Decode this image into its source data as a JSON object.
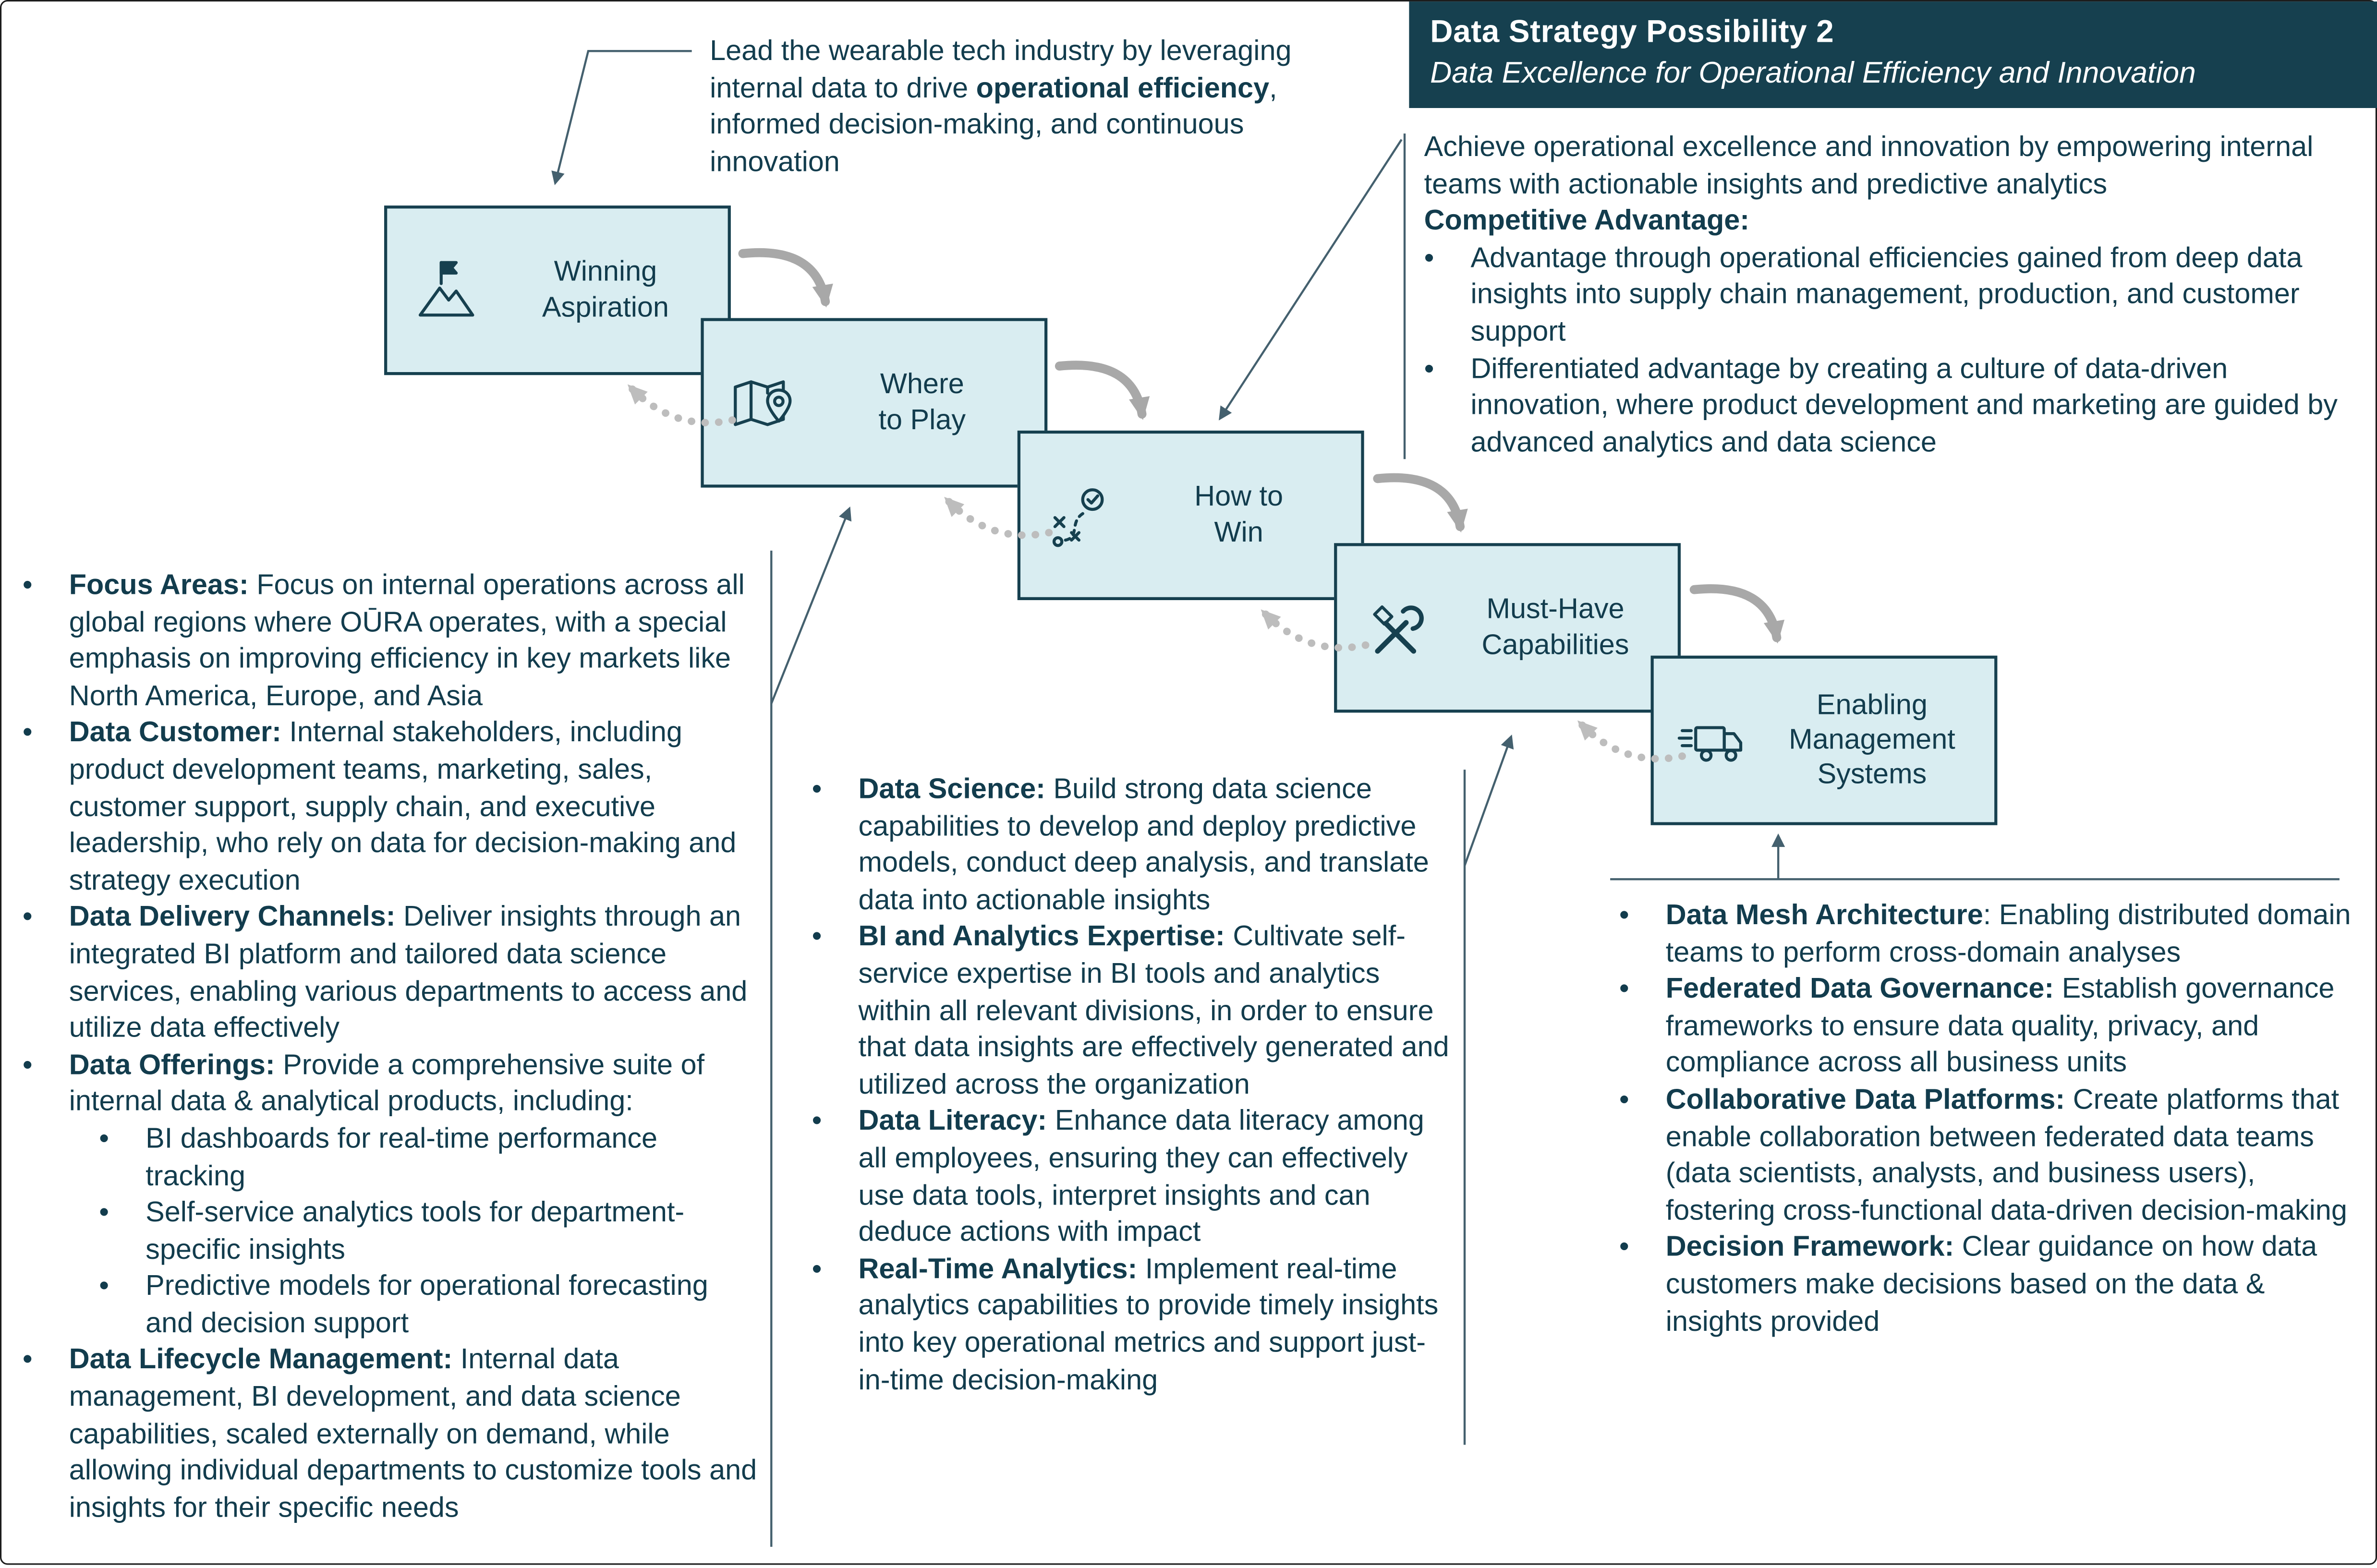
{
  "header": {
    "title": "Data Strategy Possibility 2",
    "subtitle": "Data Excellence for Operational Efficiency and Innovation"
  },
  "cascade": {
    "boxes": [
      {
        "label": "Winning Aspiration",
        "icon": "mountain-flag-icon"
      },
      {
        "label": "Where to Play",
        "icon": "map-pin-icon"
      },
      {
        "label": "How to Win",
        "icon": "tactics-plan-icon"
      },
      {
        "label": "Must-Have Capabilities",
        "icon": "crossed-tools-icon"
      },
      {
        "label": "Enabling Management Systems",
        "icon": "delivery-truck-icon"
      }
    ]
  },
  "aspiration_note": {
    "pre": "Lead the wearable tech industry by leveraging internal data to drive ",
    "bold": "operational efficiency",
    "post": ", informed decision-making, and continuous innovation"
  },
  "how_to_win_note": {
    "intro": "Achieve operational excellence and innovation by empowering internal teams with actionable insights and predictive analytics",
    "advantage_label": "Competitive Advantage:",
    "bullets": [
      "Advantage through operational efficiencies gained from deep data insights into supply chain management, production, and customer support",
      "Differentiated advantage by creating a culture of data-driven innovation, where product development and marketing are guided by advanced analytics and data science"
    ]
  },
  "where_to_play_note": {
    "bullets": [
      {
        "lead": "Focus Areas:",
        "text": " Focus on internal operations across all global regions where OŪRA operates, with a special emphasis on improving efficiency in key markets like North America, Europe, and Asia"
      },
      {
        "lead": "Data Customer:",
        "text": " Internal stakeholders, including product development teams, marketing, sales, customer support, supply chain, and executive leadership, who rely on data for decision-making and strategy execution"
      },
      {
        "lead": "Data Delivery Channels:",
        "text": " Deliver insights through an integrated BI platform and tailored data science services, enabling various departments to access and utilize data effectively"
      },
      {
        "lead": "Data Offerings:",
        "text": " Provide a comprehensive suite of internal data & analytical products, including:",
        "subs": [
          "BI dashboards for real-time performance tracking",
          "Self-service analytics tools for department-specific insights",
          "Predictive models for operational forecasting and decision support"
        ]
      },
      {
        "lead": "Data Lifecycle Management:",
        "text": " Internal data management, BI development, and data science capabilities, scaled externally on demand, while allowing individual departments to customize tools and insights for their specific needs"
      }
    ]
  },
  "capabilities_note": {
    "bullets": [
      {
        "lead": "Data Science:",
        "text": " Build strong data science capabilities to develop and deploy predictive models, conduct deep analysis, and translate data into actionable insights"
      },
      {
        "lead": "BI and Analytics Expertise:",
        "text": " Cultivate self-service expertise in BI tools and analytics within all relevant divisions, in order to ensure that data insights are effectively generated and utilized across the organization"
      },
      {
        "lead": "Data Literacy:",
        "text": " Enhance data literacy among all employees, ensuring they can effectively use data tools, interpret insights and can deduce actions with impact"
      },
      {
        "lead": "Real-Time Analytics:",
        "text": " Implement real-time analytics capabilities to provide timely insights into key operational metrics and support just-in-time decision-making"
      }
    ]
  },
  "systems_note": {
    "bullets": [
      {
        "lead": "Data Mesh Architecture",
        "text": ": Enabling distributed domain teams to perform cross-domain analyses"
      },
      {
        "lead": "Federated Data Governance:",
        "text": " Establish governance frameworks to ensure data quality, privacy, and compliance across all business units"
      },
      {
        "lead": "Collaborative Data Platforms:",
        "text": " Create platforms that enable collaboration between federated data teams (data scientists, analysts, and business users), fostering cross-functional data-driven decision-making"
      },
      {
        "lead": "Decision Framework:",
        "text": " Clear guidance on how data customers make decisions based on the data & insights provided"
      }
    ]
  },
  "colors": {
    "banner_bg": "#16404f",
    "box_fill": "#d9edf1",
    "box_border": "#16404f",
    "body_text": "#123c4d",
    "flow_arrow": "#a8a8a8",
    "feedback_arrow": "#bdbdbd",
    "connector_line": "#44606e"
  }
}
